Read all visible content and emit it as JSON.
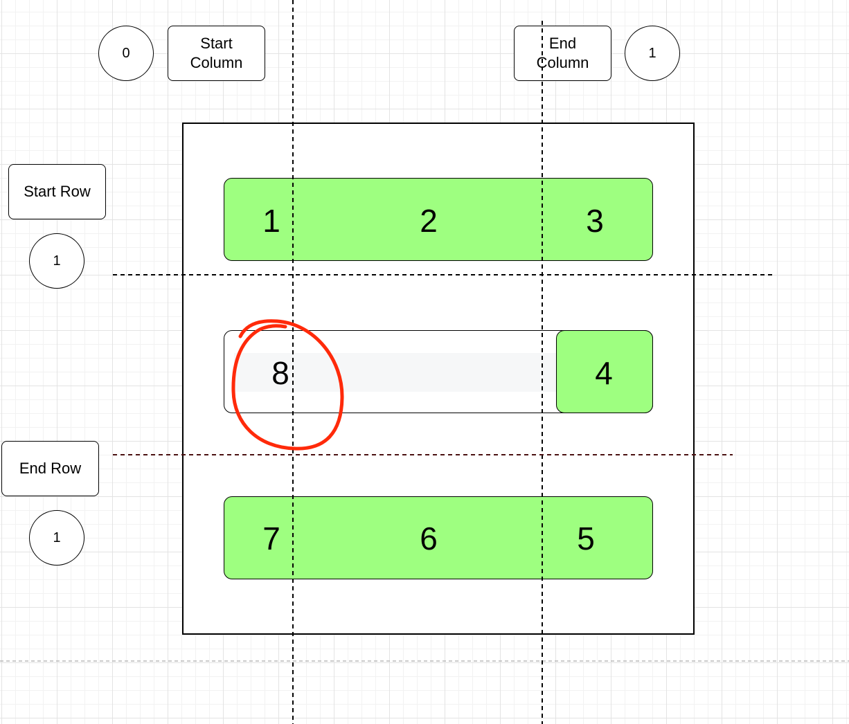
{
  "labels": {
    "start_column": "Start\nColumn",
    "end_column": "End\nColumn",
    "start_row": "Start Row",
    "end_row": "End Row"
  },
  "counters": {
    "start_column": "0",
    "end_column": "1",
    "start_row": "1",
    "end_row": "1"
  },
  "cells": {
    "top": [
      "1",
      "2",
      "3"
    ],
    "middle_right": "4",
    "middle_left": "8",
    "bottom": [
      "7",
      "6",
      "5"
    ]
  },
  "colors": {
    "cell_fill": "#9eff80",
    "highlight_circle": "#ff2a0a",
    "grid": "#e3e3e3"
  }
}
